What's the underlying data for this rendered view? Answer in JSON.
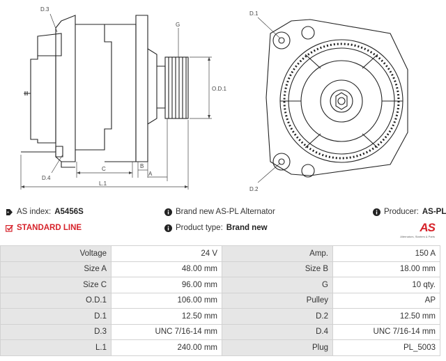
{
  "drawing": {
    "labels": {
      "d3": "D.3",
      "d4": "D.4",
      "g": "G",
      "od1": "O.D.1",
      "c": "C",
      "b": "B",
      "a": "A",
      "l1": "L.1",
      "d1": "D.1",
      "d2": "D.2"
    }
  },
  "info": {
    "as_index_label": "AS index:",
    "as_index_value": "A5456S",
    "description": "Brand new AS-PL Alternator",
    "producer_label": "Producer:",
    "producer_value": "AS-PL",
    "standard_line": "STANDARD LINE",
    "product_type_label": "Product type:",
    "product_type_value": "Brand new"
  },
  "logo": {
    "mark": "AS",
    "tagline": "Alternators, Starters & Parts"
  },
  "specs": [
    {
      "k1": "Voltage",
      "v1": "24 V",
      "k2": "Amp.",
      "v2": "150 A"
    },
    {
      "k1": "Size A",
      "v1": "48.00 mm",
      "k2": "Size B",
      "v2": "18.00 mm"
    },
    {
      "k1": "Size C",
      "v1": "96.00 mm",
      "k2": "G",
      "v2": "10 qty."
    },
    {
      "k1": "O.D.1",
      "v1": "106.00 mm",
      "k2": "Pulley",
      "v2": "AP"
    },
    {
      "k1": "D.1",
      "v1": "12.50 mm",
      "k2": "D.2",
      "v2": "12.50 mm"
    },
    {
      "k1": "D.3",
      "v1": "UNC 7/16-14 mm",
      "k2": "D.4",
      "v2": "UNC 7/16-14 mm"
    },
    {
      "k1": "L.1",
      "v1": "240.00 mm",
      "k2": "Plug",
      "v2": "PL_5003"
    }
  ]
}
